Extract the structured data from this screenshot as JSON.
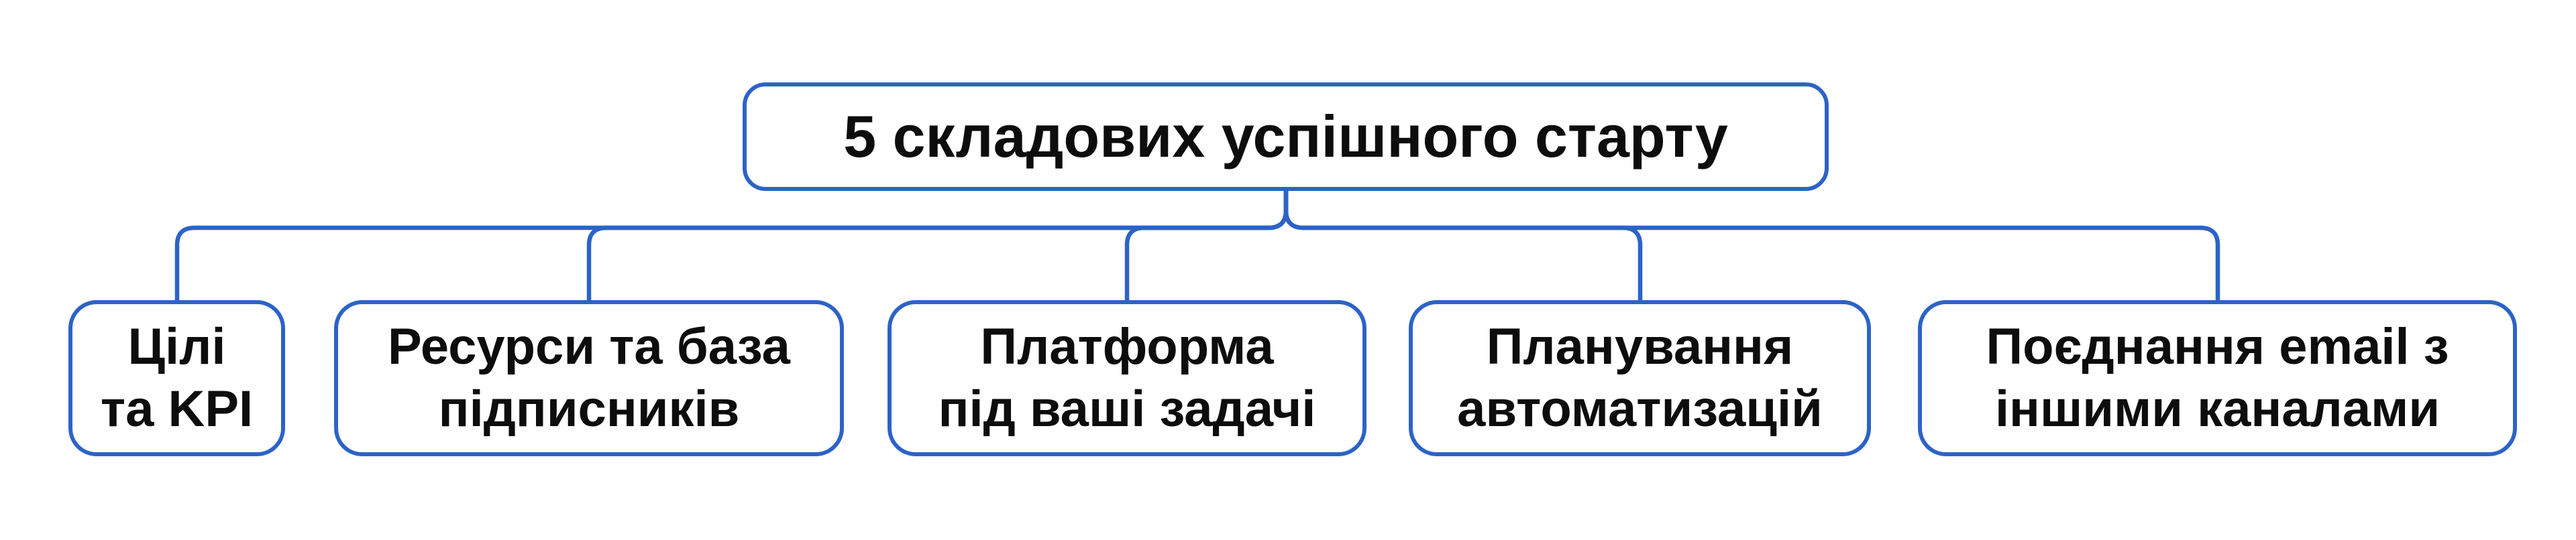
{
  "colors": {
    "accent": "#2c63c7",
    "text": "#0d0d0d",
    "background": "#ffffff"
  },
  "diagram": {
    "type": "tree",
    "root": {
      "label": "5 складових успішного старту"
    },
    "children": [
      {
        "label": "Цілі та KPI",
        "lines": [
          "Цілі",
          "та KPI"
        ]
      },
      {
        "label": "Ресурси та база підписників",
        "lines": [
          "Ресурси та база",
          "підписників"
        ]
      },
      {
        "label": "Платформа під ваші задачі",
        "lines": [
          "Платформа",
          "під ваші задачі"
        ]
      },
      {
        "label": "Планування автоматизацій",
        "lines": [
          "Планування",
          "автоматизацій"
        ]
      },
      {
        "label": "Поєднання email з іншими каналами",
        "lines": [
          "Поєднання email з",
          "іншими каналами"
        ]
      }
    ]
  }
}
